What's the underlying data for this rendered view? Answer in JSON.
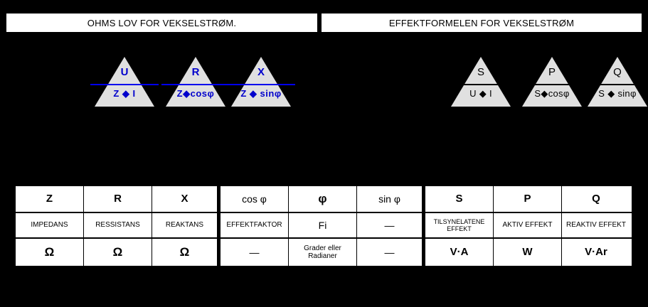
{
  "banners": {
    "left": "OHMS LOV FOR VEKSELSTRØM.",
    "right": "EFFEKTFORMELEN FOR VEKSELSTRØM"
  },
  "triangles": {
    "left": [
      {
        "top": "U",
        "bottom_left": "Z",
        "operator": "◆",
        "bottom_right": "I"
      },
      {
        "top": "R",
        "bottom_left": "Z",
        "operator": "◆",
        "bottom_right": "cosφ"
      },
      {
        "top": "X",
        "bottom_left": "Z",
        "operator": "◆",
        "bottom_right": "sinφ"
      }
    ],
    "right": [
      {
        "top": "S",
        "bottom_left": "U",
        "operator": "◆",
        "bottom_right": "I"
      },
      {
        "top": "P",
        "bottom_left": "S",
        "operator": "◆",
        "bottom_right": "cosφ"
      },
      {
        "top": "Q",
        "bottom_left": "S",
        "operator": "◆",
        "bottom_right": "sinφ"
      }
    ]
  },
  "table": {
    "symbols": [
      "Z",
      "R",
      "X",
      "cos φ",
      "φ",
      "sin φ",
      "S",
      "P",
      "Q"
    ],
    "names": [
      "IMPEDANS",
      "RESSISTANS",
      "REAKTANS",
      "EFFEKTFAKTOR",
      "Fi",
      "—",
      "TILSYNELATENE EFFEKT",
      "AKTIV EFFEKT",
      "REAKTIV EFFEKT"
    ],
    "units": [
      "Ω",
      "Ω",
      "Ω",
      "—",
      "Grader eller Radianer",
      "—",
      "V·A",
      "W",
      "V·Ar"
    ],
    "names_split": {
      "tilsynelatene_line1": "TILSYNELATENE",
      "tilsynelatene_line2": "EFFEKT"
    },
    "units_split": {
      "grader_line1": "Grader eller",
      "grader_line2": "Radianer"
    }
  },
  "colors": {
    "background": "#000000",
    "panel": "#ffffff",
    "triangle_fill": "#e0e0e0",
    "accent_blue": "#0000cc",
    "rule_blue": "#0000ee",
    "text": "#000000"
  }
}
